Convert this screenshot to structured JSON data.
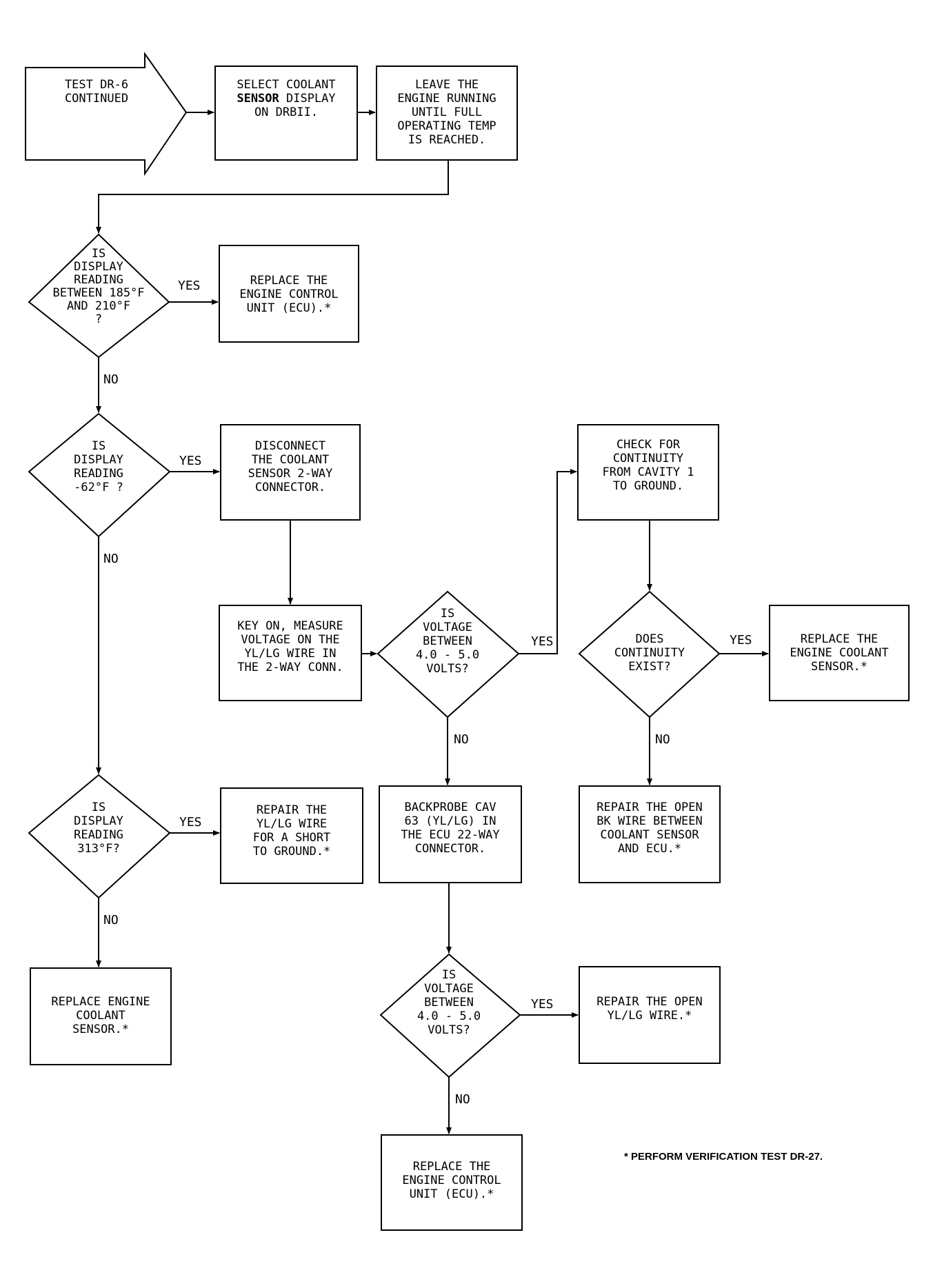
{
  "nodes": {
    "start": [
      "TEST DR-6",
      "CONTINUED"
    ],
    "select_sensor": [
      "SELECT COOLANT",
      "SENSOR DISPLAY",
      "ON DRBII."
    ],
    "leave_running": [
      "LEAVE THE",
      "ENGINE RUNNING",
      "UNTIL FULL",
      "OPERATING TEMP",
      "IS REACHED."
    ],
    "q_185_210": [
      "IS",
      "DISPLAY",
      "READING",
      "BETWEEN 185°F",
      "AND 210°F",
      "?"
    ],
    "replace_ecu_1": [
      "REPLACE THE",
      "ENGINE CONTROL",
      "UNIT (ECU).*"
    ],
    "q_minus62": [
      "IS",
      "DISPLAY",
      "READING",
      "-62°F ?"
    ],
    "disconnect": [
      "DISCONNECT",
      "THE COOLANT",
      "SENSOR 2-WAY",
      "CONNECTOR."
    ],
    "key_on": [
      "KEY ON, MEASURE",
      "VOLTAGE ON THE",
      "YL/LG WIRE IN",
      "THE 2-WAY CONN."
    ],
    "q_voltage_1": [
      "IS",
      "VOLTAGE",
      "BETWEEN",
      "4.0 - 5.0",
      "VOLTS?"
    ],
    "check_continuity": [
      "CHECK FOR",
      "CONTINUITY",
      "FROM CAVITY 1",
      "TO GROUND."
    ],
    "q_continuity": [
      "DOES",
      "CONTINUITY",
      "EXIST?"
    ],
    "replace_sensor_1": [
      "REPLACE THE",
      "ENGINE COOLANT",
      "SENSOR.*"
    ],
    "q_313": [
      "IS",
      "DISPLAY",
      "READING",
      "313°F?"
    ],
    "repair_short": [
      "REPAIR THE",
      "YL/LG WIRE",
      "FOR A SHORT",
      "TO GROUND.*"
    ],
    "backprobe": [
      "BACKPROBE CAV",
      "63 (YL/LG) IN",
      "THE ECU 22-WAY",
      "CONNECTOR."
    ],
    "repair_bk": [
      "REPAIR THE OPEN",
      "BK WIRE BETWEEN",
      "COOLANT SENSOR",
      "AND ECU.*"
    ],
    "replace_sensor_2": [
      "REPLACE ENGINE",
      "COOLANT",
      "SENSOR.*"
    ],
    "q_voltage_2": [
      "IS",
      "VOLTAGE",
      "BETWEEN",
      "4.0 - 5.0",
      "VOLTS?"
    ],
    "repair_yl": [
      "REPAIR THE OPEN",
      "YL/LG WIRE.*"
    ],
    "replace_ecu_2": [
      "REPLACE THE",
      "ENGINE CONTROL",
      "UNIT (ECU).*"
    ]
  },
  "branches": {
    "yes": "YES",
    "no": "NO"
  },
  "footnote": "* PERFORM VERIFICATION TEST DR-27."
}
